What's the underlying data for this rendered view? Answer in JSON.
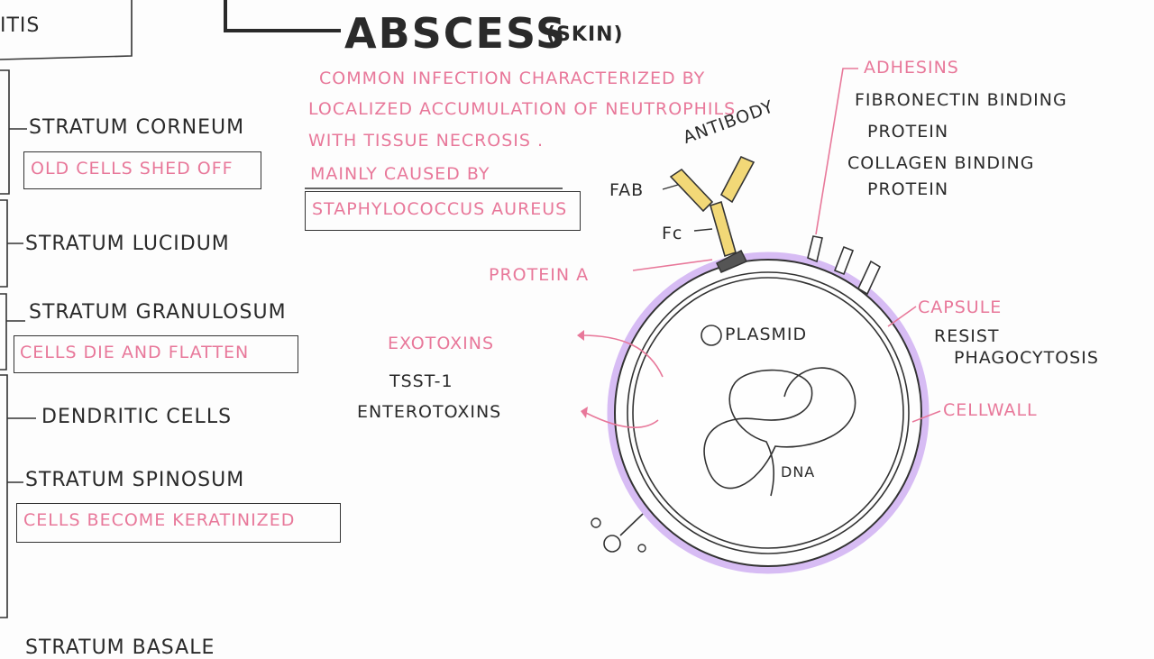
{
  "colors": {
    "ink": "#2a2a2a",
    "pink": "#e8789a",
    "capsule": "#c9a6f0",
    "antibody": "#f2d877"
  },
  "left_fragment": {
    "text": "ITIS"
  },
  "title": {
    "main": "ABSCESS",
    "sub": "(SKIN)"
  },
  "definition": {
    "line1": "COMMON INFECTION CHARACTERIZED BY",
    "line2": "LOCALIZED ACCUMULATION OF NEUTROPHILS",
    "line3": "WITH TISSUE NECROSIS .",
    "cause_label": "MAINLY CAUSED BY",
    "organism": "STAPHYLOCOCCUS AUREUS"
  },
  "skin_layers": [
    {
      "name": "STRATUM CORNEUM",
      "note": "OLD CELLS SHED OFF"
    },
    {
      "name": "STRATUM LUCIDUM",
      "note": ""
    },
    {
      "name": "STRATUM GRANULOSUM",
      "note": "CELLS DIE AND FLATTEN"
    },
    {
      "name": "DENDRITIC CELLS",
      "note": ""
    },
    {
      "name": "STRATUM SPINOSUM",
      "note": "CELLS BECOME KERATINIZED"
    },
    {
      "name": "STRATUM BASALE",
      "note": ""
    }
  ],
  "bacterium": {
    "antibody": "ANTIBODY",
    "fab": "FAB",
    "fc": "Fc",
    "protein_a": "PROTEIN A",
    "adhesins": "ADHESINS",
    "adhesin_1_a": "FIBRONECTIN BINDING",
    "adhesin_1_b": "PROTEIN",
    "adhesin_2_a": "COLLAGEN BINDING",
    "adhesin_2_b": "PROTEIN",
    "capsule": "CAPSULE",
    "capsule_note_a": "RESIST",
    "capsule_note_b": "PHAGOCYTOSIS",
    "cell_wall": "CELLWALL",
    "plasmid": "PLASMID",
    "dna": "DNA",
    "exotoxins": "EXOTOXINS",
    "toxin_1": "TSST-1",
    "toxin_2": "ENTEROTOXINS"
  }
}
